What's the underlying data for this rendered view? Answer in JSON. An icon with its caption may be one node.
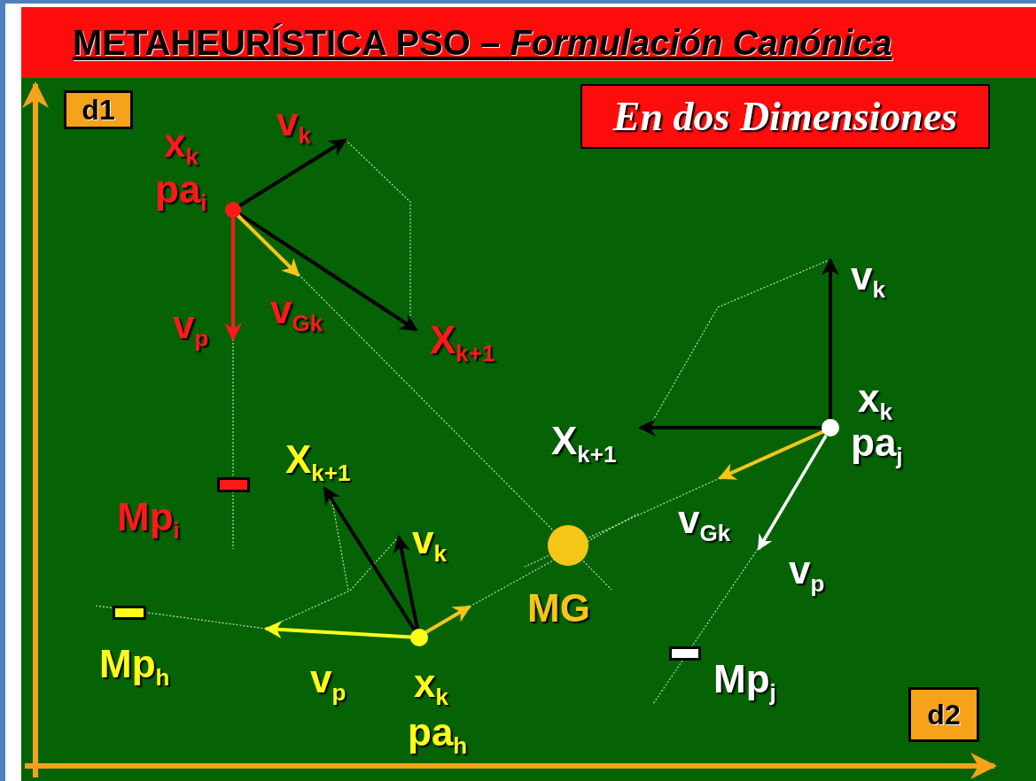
{
  "diagram": {
    "title": "METAHEURÍSTICA PSO – *Formulación Canónica*",
    "nodes": [
      {
        "text": [
          "En dos Dimensiones"
        ]
      },
      {
        "text": [
          "d1"
        ]
      },
      {
        "text": [
          "d2"
        ]
      },
      {
        "text": [],
        "shape": "circle",
        "beside": [
          "x$_{k}$",
          "pa$_{i}$"
        ]
      },
      {
        "text": [],
        "shape": "circle",
        "beside": [
          "x$_{k}$",
          "pa$_{j}$"
        ]
      },
      {
        "text": [],
        "shape": "circle",
        "beside": [
          "x$_{k}$",
          "pa$_{h}$"
        ]
      },
      {
        "text": [],
        "shape": "circle",
        "beside": [
          "MG"
        ]
      },
      {
        "text": [],
        "shape": "bar",
        "beside": [
          "Mp$_{i}$"
        ]
      },
      {
        "text": [],
        "shape": "bar",
        "beside": [
          "Mp$_{j}$"
        ]
      },
      {
        "text": [],
        "shape": "bar",
        "beside": [
          "Mp$_{h}$"
        ]
      }
    ],
    "labels": [
      "v$_{k}$",
      "v$_{p}$",
      "v$_{Gk}$",
      "X$_{k+1}$",
      "v$_{k}$",
      "X$_{k+1}$",
      "X$_{k+1}$",
      "v$_{Gk}$",
      "v$_{k}$",
      "v$_{p}$",
      "v$_{p}$"
    ]
  }
}
